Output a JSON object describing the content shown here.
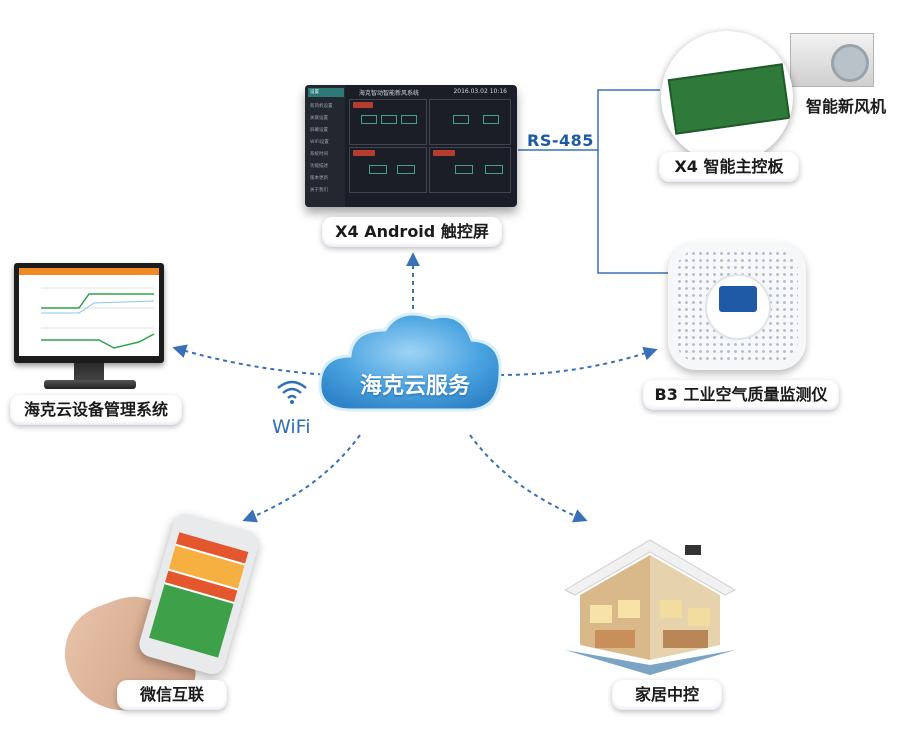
{
  "nodes": {
    "touch_screen_label": "X4 Android 触控屏",
    "main_board_label": "X4 智能主控板",
    "ventilator_label": "智能新风机",
    "air_monitor_label": "B3 工业空气质量监测仪",
    "cloud_management_label": "海克云设备管理系统",
    "cloud_service_label": "海克云服务",
    "wechat_label": "微信互联",
    "home_control_label": "家居中控"
  },
  "connections": {
    "rs485_label": "RS-485",
    "wifi_label": "WiFi"
  },
  "screen": {
    "title": "海克智动智能新风系统",
    "date": "2016.03.02  10:16",
    "menu_items": [
      "设置",
      "新风机设置",
      "关联设置",
      "屏幕设置",
      "WIFI设置",
      "系统时间",
      "功能描述",
      "版本更新",
      "关于我们"
    ]
  },
  "colors": {
    "accent_blue": "#1e5aa0",
    "cloud_blue": "#4aa3e0",
    "arrow_blue": "#3a70b5"
  }
}
